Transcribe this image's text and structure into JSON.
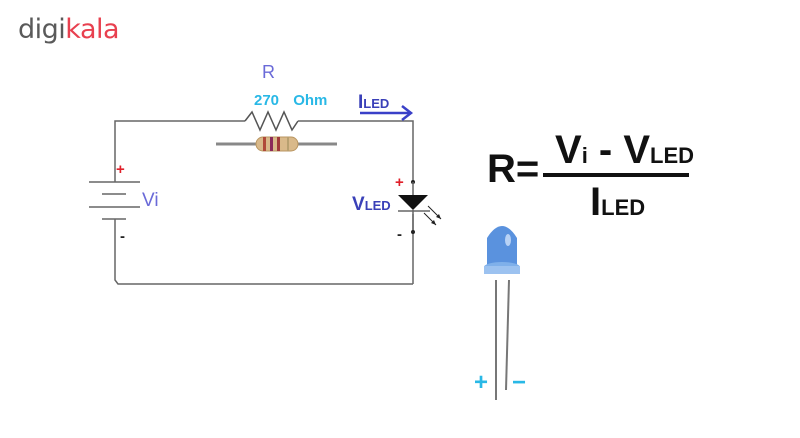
{
  "logo": {
    "part1": "digi",
    "part2": "kala"
  },
  "circuit": {
    "resistor_label": "R",
    "resistor_value": "270 Ohm",
    "current_label_main": "I",
    "current_label_sub": "LED",
    "source_label": "Vi",
    "source_plus": "+",
    "source_minus": "-",
    "led_label_main": "V",
    "led_label_sub": "LED",
    "led_plus": "+",
    "led_minus": "-"
  },
  "formula": {
    "lhs": "R=",
    "num_v1": "V",
    "num_v1_sub": "i",
    "num_op": " - ",
    "num_v2": "V",
    "num_v2_sub": "LED",
    "den": "I",
    "den_sub": "LED"
  },
  "led_photo": {
    "plus": "+",
    "minus": "−",
    "color": "#3d7fd8"
  },
  "colors": {
    "wire": "#555555",
    "accent_blue": "#3a40b8",
    "cyan": "#29b8e6",
    "red": "#e0202a"
  }
}
